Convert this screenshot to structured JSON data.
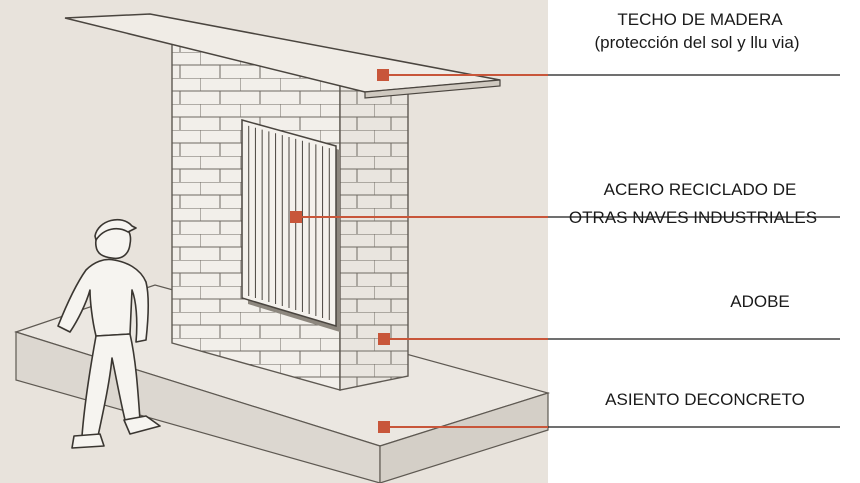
{
  "labels": {
    "roof_line1": "TECHO DE MADERA",
    "roof_line2": "(protección del sol y llu via)",
    "steel_line1": "ACERO RECICLADO DE",
    "steel_line2": "OTRAS NAVES INDUSTRIALES",
    "adobe": "ADOBE",
    "seat": "ASIENTO DECONCRETO"
  },
  "colors": {
    "background": "#e8e3dc",
    "marker": "#c8563a",
    "leader": "#c8563a",
    "text": "#1a1a1a"
  }
}
